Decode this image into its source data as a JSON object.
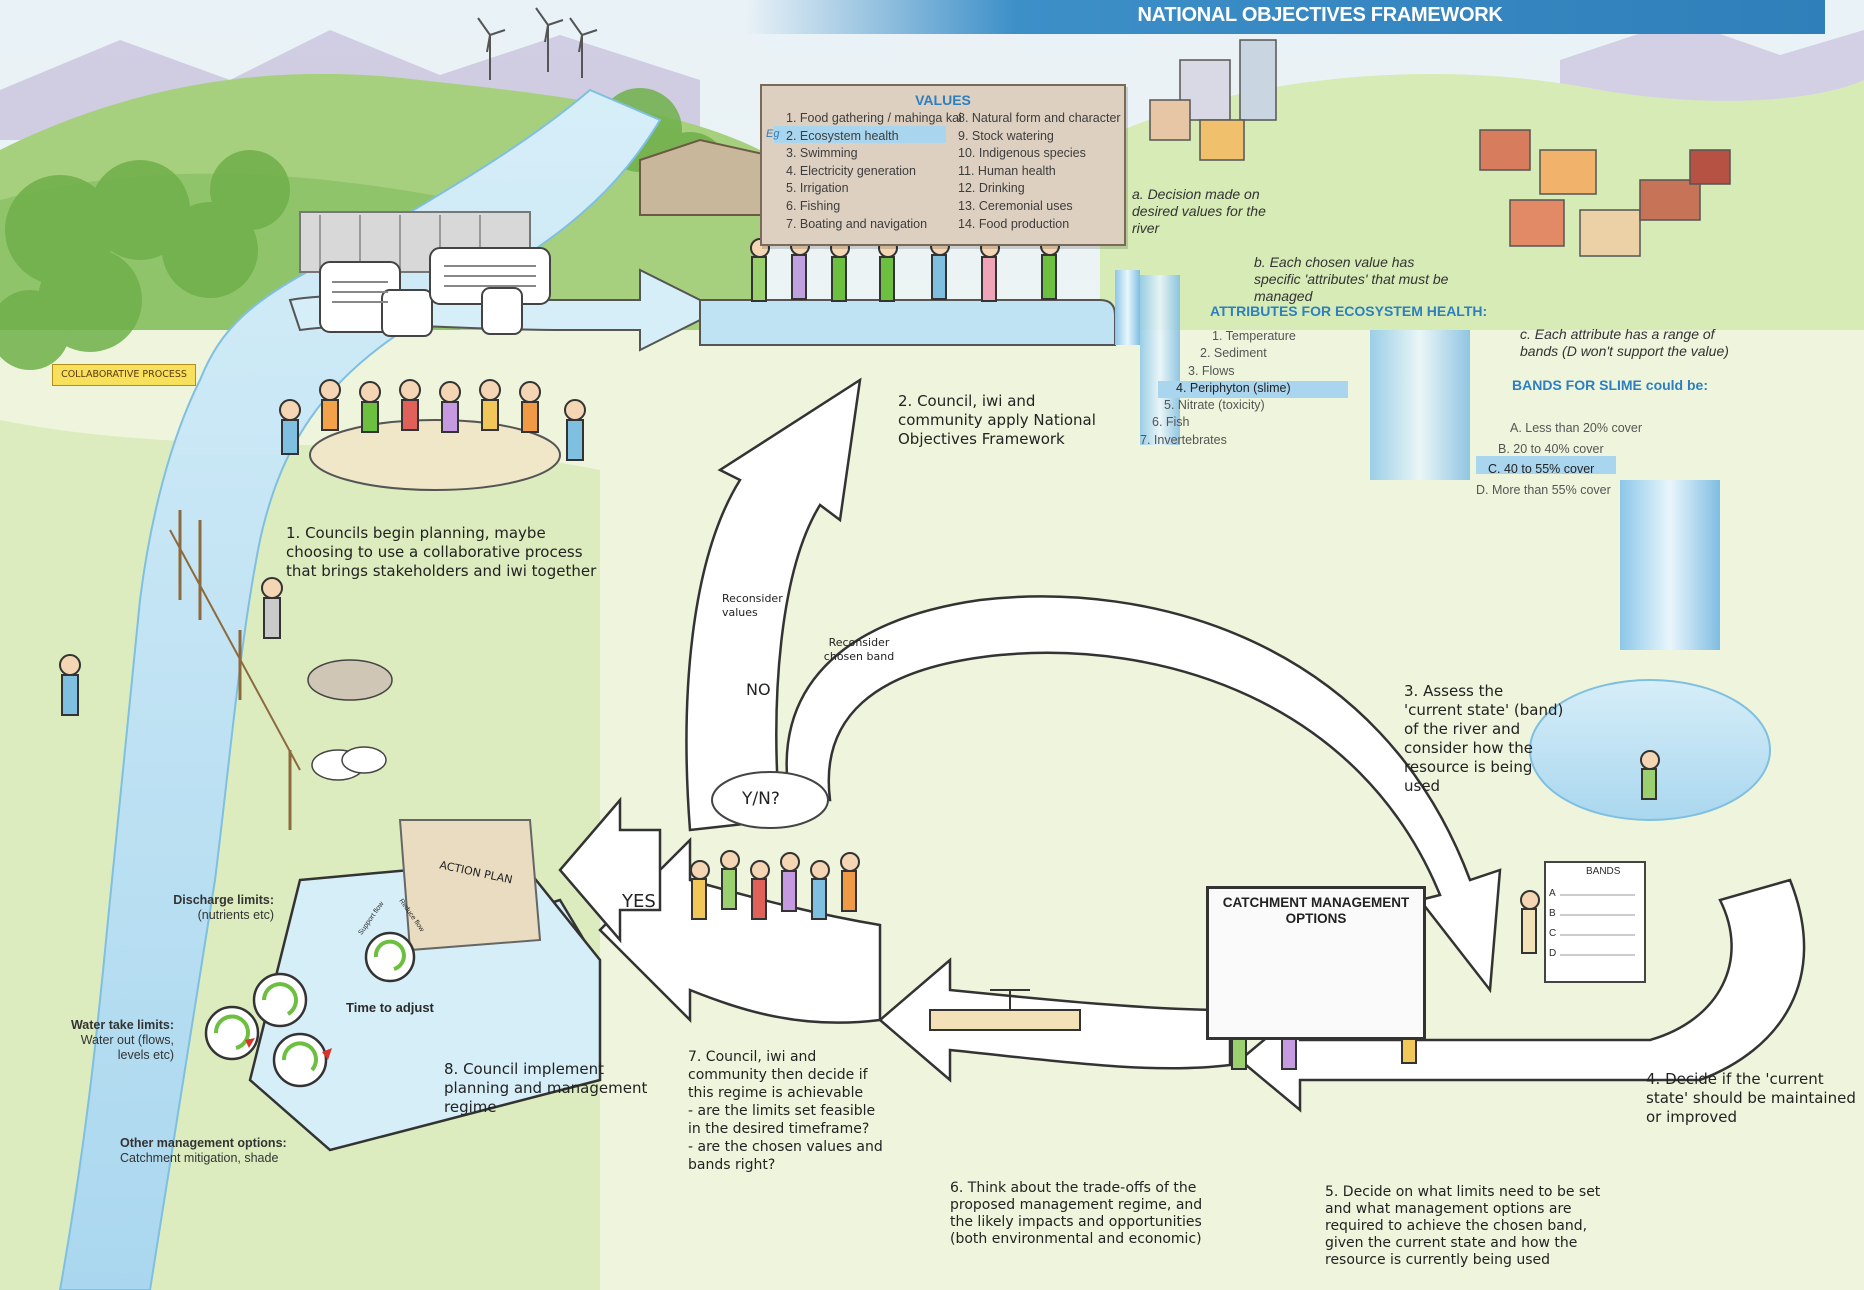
{
  "banner": {
    "title": "NATIONAL OBJECTIVES FRAMEWORK"
  },
  "values": {
    "title": "VALUES",
    "eg_label": "Eg",
    "col1": [
      "1. Food gathering / mahinga kai",
      "2. Ecosystem health",
      "3. Swimming",
      "4. Electricity generation",
      "5. Irrigation",
      "6. Fishing",
      "7. Boating and navigation"
    ],
    "col2": [
      "8. Natural form and character",
      "9. Stock watering",
      "10. Indigenous species",
      "11. Human health",
      "12. Drinking",
      "13. Ceremonial uses",
      "14. Food production"
    ]
  },
  "notes": {
    "a": "a. Decision made on desired values for the river",
    "b": "b. Each chosen value has specific 'attributes' that must be managed",
    "c": "c. Each attribute has a range of bands (D won't support the value)"
  },
  "attributes": {
    "title": "ATTRIBUTES FOR ECOSYSTEM HEALTH:",
    "items": [
      "1. Temperature",
      "2. Sediment",
      "3. Flows",
      "4. Periphyton (slime)",
      "5. Nitrate (toxicity)",
      "6. Fish",
      "7. Invertebrates"
    ]
  },
  "bands": {
    "title": "BANDS FOR SLIME could be:",
    "items": [
      "A. Less than 20% cover",
      "B. 20 to 40% cover",
      "C. 40 to 55% cover",
      "D. More than 55% cover"
    ]
  },
  "steps": {
    "s1": "1. Councils begin planning, maybe choosing to use a collaborative process that brings stakeholders and iwi together",
    "s2": "2. Council, iwi and community apply National Objectives Framework",
    "s3": "3. Assess the 'current state' (band) of the river and consider how the resource is being used",
    "s4": "4. Decide if the 'current state' should be maintained or improved",
    "s5": "5. Decide on what limits need to be set and what management options are required to achieve the chosen band, given the current state and how the resource is currently being used",
    "s6": "6. Think about the trade-offs of the proposed management regime, and the likely impacts and opportunities (both environmental and economic)",
    "s7": "7. Council, iwi and community then decide if this regime is achievable\n- are the limits set feasible in the desired timeframe?\n- are the chosen values and bands right?",
    "s8": "8. Council implement planning and management regime"
  },
  "loop": {
    "reconsider_values": "Reconsider values",
    "reconsider_band": "Reconsider chosen band",
    "no": "NO",
    "yes": "YES",
    "yn": "Y/N?"
  },
  "signs": {
    "collaborative": "COLLABORATIVE PROCESS",
    "action_plan": "ACTION PLAN",
    "bands_chart": "BANDS",
    "bands_letters": [
      "A",
      "B",
      "C",
      "D"
    ]
  },
  "catchment": {
    "title": "CATCHMENT MANAGEMENT OPTIONS"
  },
  "management": {
    "discharge_title": "Discharge limits:",
    "discharge_sub": "(nutrients etc)",
    "water_title": "Water take limits:",
    "water_sub": "Water out (flows, levels etc)",
    "other_title": "Other management options:",
    "other_sub": "Catchment mitigation, shade",
    "time": "Time to adjust",
    "dial_small_a": "Support flow",
    "dial_small_b": "Reduce flow"
  },
  "colors": {
    "river": "#bfe3f3",
    "river_edge": "#7fbfe0",
    "accent": "#2d7fbf",
    "grass": "#cfe6a6",
    "hill": "#8fc46a",
    "dial_green": "#6cbf3f",
    "dial_red": "#d9342b"
  }
}
